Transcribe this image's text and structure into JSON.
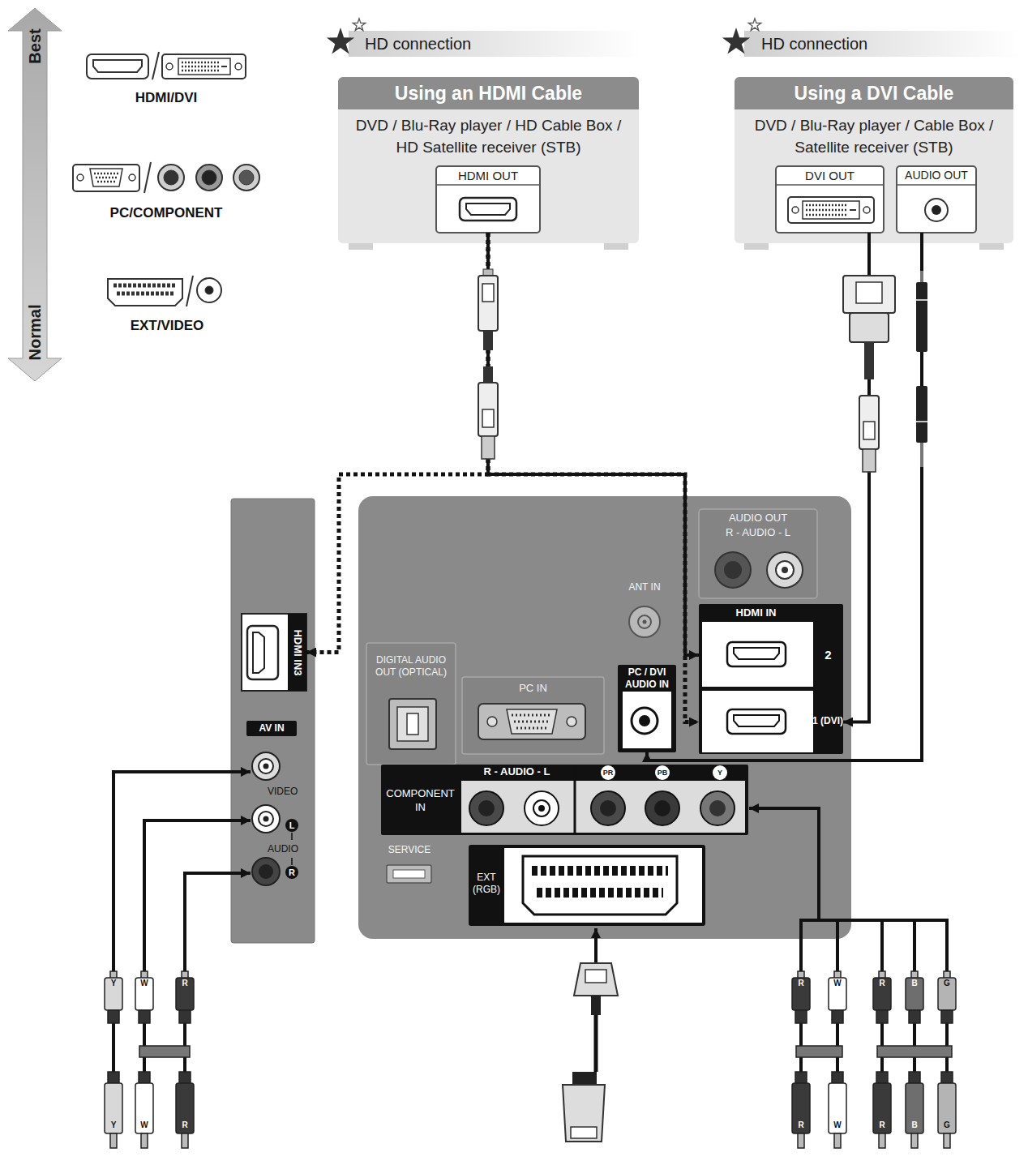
{
  "diagram": {
    "nodes": [
      {
        "text": [
          "HD connection",
          "Using an HDMI Cable",
          "DVD / Blu-Ray player / HD Cable Box / HD Satellite receiver (STB)"
        ]
      },
      {
        "text": [
          "HDMI OUT"
        ],
        "in": 0
      },
      {
        "text": [
          "HD connection",
          "Using a DVI Cable",
          "DVD / Blu-Ray player / Cable Box / Satellite receiver (STB)"
        ]
      },
      {
        "text": [
          "DVI OUT"
        ],
        "in": 2
      },
      {
        "text": [
          "AUDIO OUT"
        ],
        "in": 2
      },
      {
        "text": [
          "AV IN"
        ]
      },
      {
        "text": [
          "HDMI IN3"
        ],
        "in": 5
      },
      {
        "text": [
          "ANT IN",
          "SERVICE"
        ]
      },
      {
        "text": [
          "AUDIO OUT",
          "R - AUDIO - L"
        ],
        "in": 7
      },
      {
        "text": [
          "DIGITAL AUDIO OUT (OPTICAL)"
        ],
        "in": 7
      },
      {
        "text": [
          "PC IN"
        ],
        "in": 7
      },
      {
        "text": [
          "PC / DVI AUDIO IN"
        ],
        "in": 7
      },
      {
        "text": [
          "HDMI IN"
        ],
        "in": 7
      },
      {
        "text": [
          "2"
        ],
        "in": 12
      },
      {
        "text": [
          "1 (DVI)"
        ],
        "in": 12
      },
      {
        "text": [
          "COMPONENT IN",
          "R - AUDIO - L"
        ],
        "in": 7
      },
      {
        "text": [
          "EXT (RGB)"
        ],
        "in": 7
      }
    ],
    "edges": [
      {
        "from": 1,
        "to": 13,
        "arrow": "to"
      },
      {
        "from": 1,
        "to": 14,
        "arrow": "to"
      },
      {
        "from": 1,
        "to": 6,
        "arrow": "to"
      },
      {
        "from": 3,
        "to": 14,
        "arrow": "to"
      },
      {
        "from": 4,
        "to": 11,
        "arrow": "to"
      }
    ],
    "labels": [
      "Best",
      "Normal",
      "HDMI/DVI",
      "PC/COMPONENT",
      "EXT/VIDEO",
      "VIDEO",
      "L",
      "AUDIO",
      "R",
      "PR",
      "PB",
      "Y",
      "Y",
      "W",
      "R",
      "Y",
      "W",
      "R",
      "R",
      "W",
      "R",
      "W",
      "R",
      "B",
      "G",
      "R",
      "B",
      "G"
    ]
  }
}
